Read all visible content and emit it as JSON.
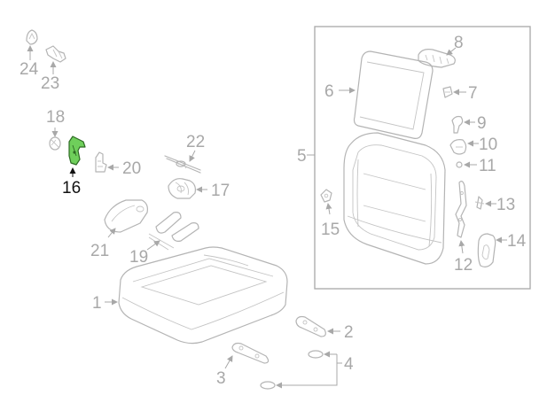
{
  "diagram": {
    "highlight_color": "#6fcf5b",
    "highlighted_part": "16",
    "labels": {
      "p1": "1",
      "p2": "2",
      "p3": "3",
      "p4": "4",
      "p5": "5",
      "p6": "6",
      "p7": "7",
      "p8": "8",
      "p9": "9",
      "p10": "10",
      "p11": "11",
      "p12": "12",
      "p13": "13",
      "p14": "14",
      "p15": "15",
      "p16": "16",
      "p17": "17",
      "p18": "18",
      "p19": "19",
      "p20": "20",
      "p21": "21",
      "p22": "22",
      "p23": "23",
      "p24": "24"
    }
  }
}
